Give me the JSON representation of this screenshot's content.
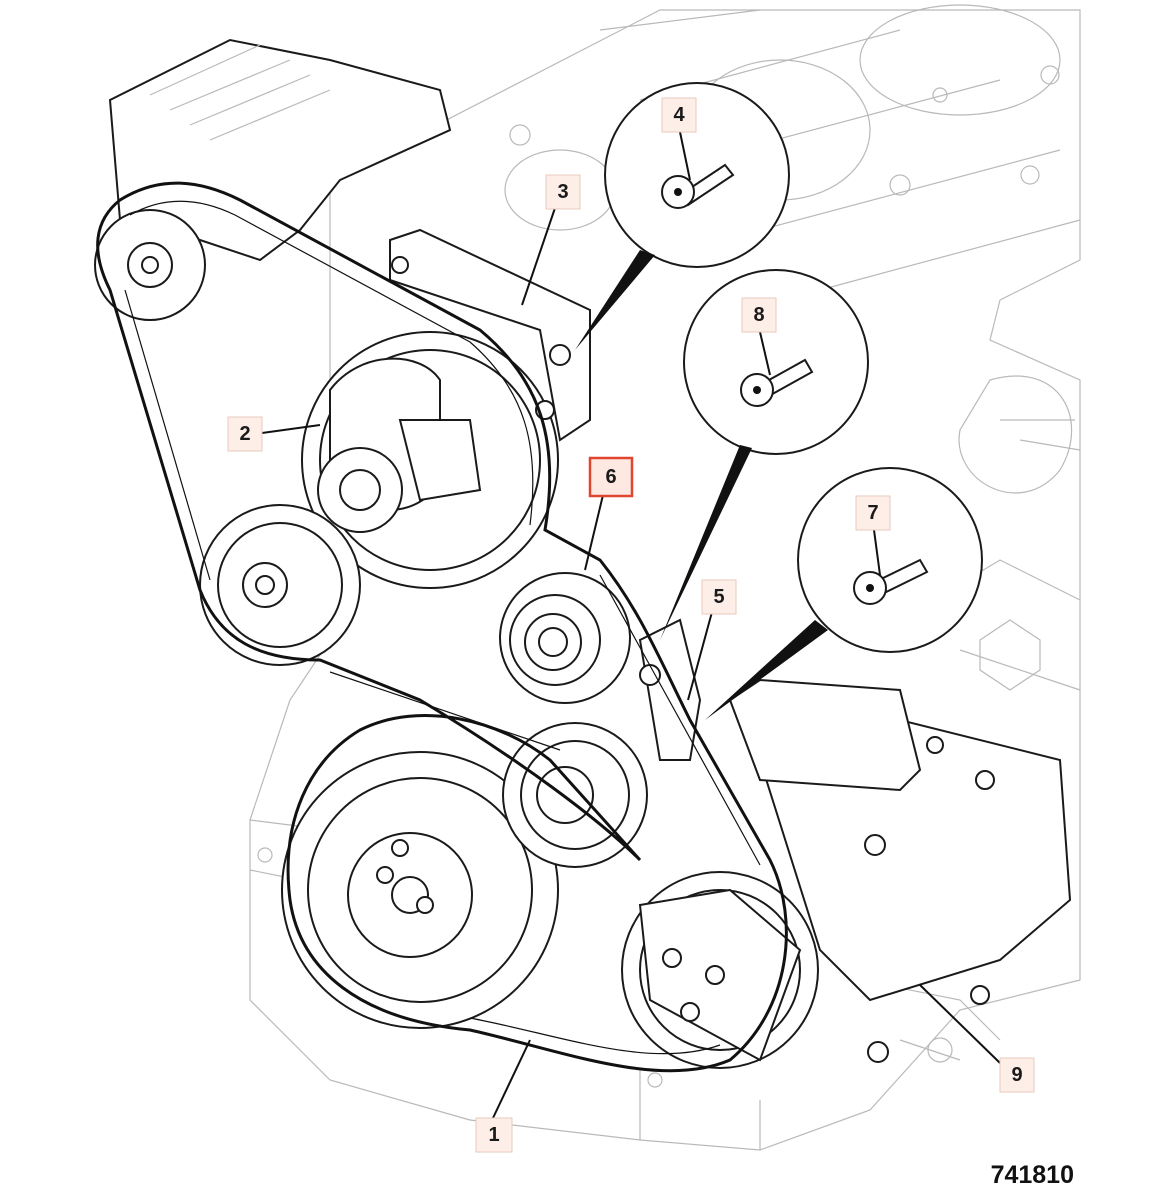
{
  "figure_id": "741810",
  "callouts": [
    {
      "label": "1",
      "selected": false
    },
    {
      "label": "2",
      "selected": false
    },
    {
      "label": "3",
      "selected": false
    },
    {
      "label": "4",
      "selected": false
    },
    {
      "label": "5",
      "selected": false
    },
    {
      "label": "6",
      "selected": true
    },
    {
      "label": "7",
      "selected": false
    },
    {
      "label": "8",
      "selected": false
    },
    {
      "label": "9",
      "selected": false
    }
  ],
  "colors": {
    "callout_fill": "#fdeee8",
    "selected_border": "#e0462f",
    "line": "#1a1a1a",
    "background_detail": "#b9b9b9"
  }
}
